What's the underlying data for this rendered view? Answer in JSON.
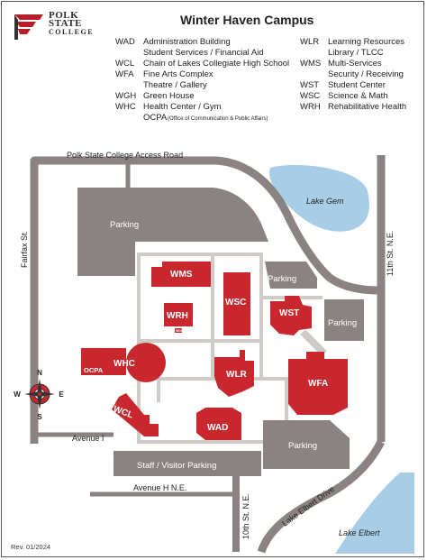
{
  "logo": {
    "line1": "POLK",
    "line2": "STATE",
    "line3": "COLLEGE"
  },
  "title": "Winter Haven Campus",
  "legend": [
    {
      "code": "WAD",
      "name": "Administration Building"
    },
    {
      "code": "",
      "name": "Student Services / Financial Aid"
    },
    {
      "code": "WCL",
      "name": "Chain of Lakes Collegiate High School"
    },
    {
      "code": "WFA",
      "name": "Fine Arts Complex"
    },
    {
      "code": "",
      "name": "Theatre / Gallery"
    },
    {
      "code": "WGH",
      "name": "Green House"
    },
    {
      "code": "WHC",
      "name": "Health Center / Gym"
    },
    {
      "code": "WLR",
      "name": "Learning Resources"
    },
    {
      "code": "",
      "name": "Library / TLCC"
    },
    {
      "code": "WMS",
      "name": "Multi-Services"
    },
    {
      "code": "",
      "name": "Security / Receiving"
    },
    {
      "code": "WST",
      "name": "Student Center"
    },
    {
      "code": "WSC",
      "name": "Science & Math"
    },
    {
      "code": "WRH",
      "name": "Rehabilitative Health"
    }
  ],
  "ocpa": {
    "code": "OCPA",
    "note": "(Office of Communication & Public Affairs)"
  },
  "roads": {
    "access_road": "Polk State College Access Road",
    "fairfax": "Fairfax St.",
    "eleventh": "11th St. N.E.",
    "tenth": "10th St. N.E.",
    "avenue_i": "Avenue I",
    "avenue_h": "Avenue H N.E.",
    "lake_elbert_drive": "Lake Elbert Drive"
  },
  "lakes": {
    "gem": "Lake Gem",
    "elbert": "Lake Elbert"
  },
  "parking": {
    "main": "Parking",
    "north": "Parking",
    "east": "Parking",
    "south": "Parking",
    "staff": "Staff / Visitor Parking"
  },
  "buildings": {
    "wms": "WMS",
    "wrh": "WRH",
    "wsc": "WSC",
    "wst": "WST",
    "whc": "WHC",
    "ocpa": "OCPA",
    "wlr": "WLR",
    "wfa": "WFA",
    "wcl": "WCL",
    "wad": "WAD",
    "wgh": "WGH"
  },
  "compass": {
    "n": "N",
    "s": "S",
    "e": "E",
    "w": "W"
  },
  "revision": "Rev. 01/2024",
  "colors": {
    "building": "#c8282d",
    "road": "#8a8381",
    "parking": "#8a8381",
    "walkway": "#cfcbc9",
    "lake": "#a8cde6",
    "text": "#222222"
  }
}
